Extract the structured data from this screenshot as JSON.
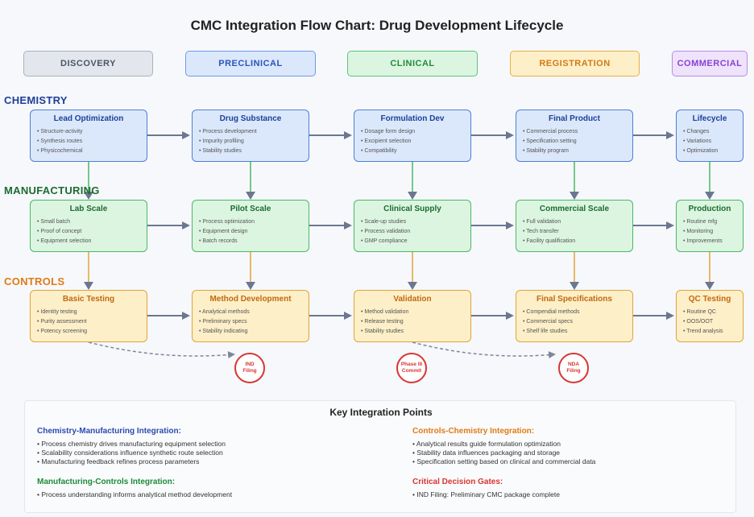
{
  "title": "CMC Integration Flow Chart: Drug Development Lifecycle",
  "phases": [
    "DISCOVERY",
    "PRECLINICAL",
    "CLINICAL",
    "REGISTRATION",
    "COMMERCIAL"
  ],
  "row_labels": {
    "chemistry": "CHEMISTRY",
    "manufacturing": "MANUFACTURING",
    "controls": "CONTROLS"
  },
  "chemistry": [
    {
      "title": "Lead Optimization",
      "items": [
        "Structure-activity",
        "Synthesis routes",
        "Physicochemical"
      ]
    },
    {
      "title": "Drug Substance",
      "items": [
        "Process development",
        "Impurity profiling",
        "Stability studies"
      ]
    },
    {
      "title": "Formulation Dev",
      "items": [
        "Dosage form design",
        "Excipient selection",
        "Compatibility"
      ]
    },
    {
      "title": "Final Product",
      "items": [
        "Commercial process",
        "Specification setting",
        "Stability program"
      ]
    },
    {
      "title": "Lifecycle",
      "items": [
        "Changes",
        "Variations",
        "Optimization"
      ]
    }
  ],
  "manufacturing": [
    {
      "title": "Lab Scale",
      "items": [
        "Small batch",
        "Proof of concept",
        "Equipment selection"
      ]
    },
    {
      "title": "Pilot Scale",
      "items": [
        "Process optimization",
        "Equipment design",
        "Batch records"
      ]
    },
    {
      "title": "Clinical Supply",
      "items": [
        "Scale-up studies",
        "Process validation",
        "GMP compliance"
      ]
    },
    {
      "title": "Commercial Scale",
      "items": [
        "Full validation",
        "Tech transfer",
        "Facility qualification"
      ]
    },
    {
      "title": "Production",
      "items": [
        "Routine mfg",
        "Monitoring",
        "Improvements"
      ]
    }
  ],
  "controls": [
    {
      "title": "Basic Testing",
      "items": [
        "Identity testing",
        "Purity assessment",
        "Potency screening"
      ]
    },
    {
      "title": "Method Development",
      "items": [
        "Analytical methods",
        "Preliminary specs",
        "Stability indicating"
      ]
    },
    {
      "title": "Validation",
      "items": [
        "Method validation",
        "Release testing",
        "Stability studies"
      ]
    },
    {
      "title": "Final Specifications",
      "items": [
        "Compendial methods",
        "Commercial specs",
        "Shelf life studies"
      ]
    },
    {
      "title": "QC Testing",
      "items": [
        "Routine QC",
        "OOS/OOT",
        "Trend analysis"
      ]
    }
  ],
  "gates": [
    {
      "line1": "IND",
      "line2": "Filing"
    },
    {
      "line1": "Phase III",
      "line2": "Commit"
    },
    {
      "line1": "NDA",
      "line2": "Filing"
    }
  ],
  "key_points": {
    "title": "Key Integration Points",
    "sections": [
      {
        "heading": "Chemistry-Manufacturing Integration:",
        "items": [
          "Process chemistry drives manufacturing equipment selection",
          "Scalability considerations influence synthetic route selection",
          "Manufacturing feedback refines process parameters"
        ]
      },
      {
        "heading": "Controls-Chemistry Integration:",
        "items": [
          "Analytical results guide formulation optimization",
          "Stability data influences packaging and storage",
          "Specification setting based on clinical and commercial data"
        ]
      },
      {
        "heading": "Manufacturing-Controls Integration:",
        "items": [
          "Process understanding informs analytical method development"
        ]
      },
      {
        "heading": "Critical Decision Gates:",
        "items": [
          "IND Filing: Preliminary CMC package complete"
        ]
      }
    ]
  },
  "colors": {
    "chemistry_fill": "#dbe8fb",
    "chemistry_border": "#4f7fd8",
    "chemistry_label": "#1f3f99",
    "manufacturing_fill": "#dcf5e1",
    "manufacturing_border": "#49b866",
    "manufacturing_label": "#1d6b30",
    "controls_fill": "#fdefc8",
    "controls_border": "#e2a33a",
    "controls_label": "#e07b16",
    "gate": "#d93434",
    "arrow": "#6b7790"
  }
}
